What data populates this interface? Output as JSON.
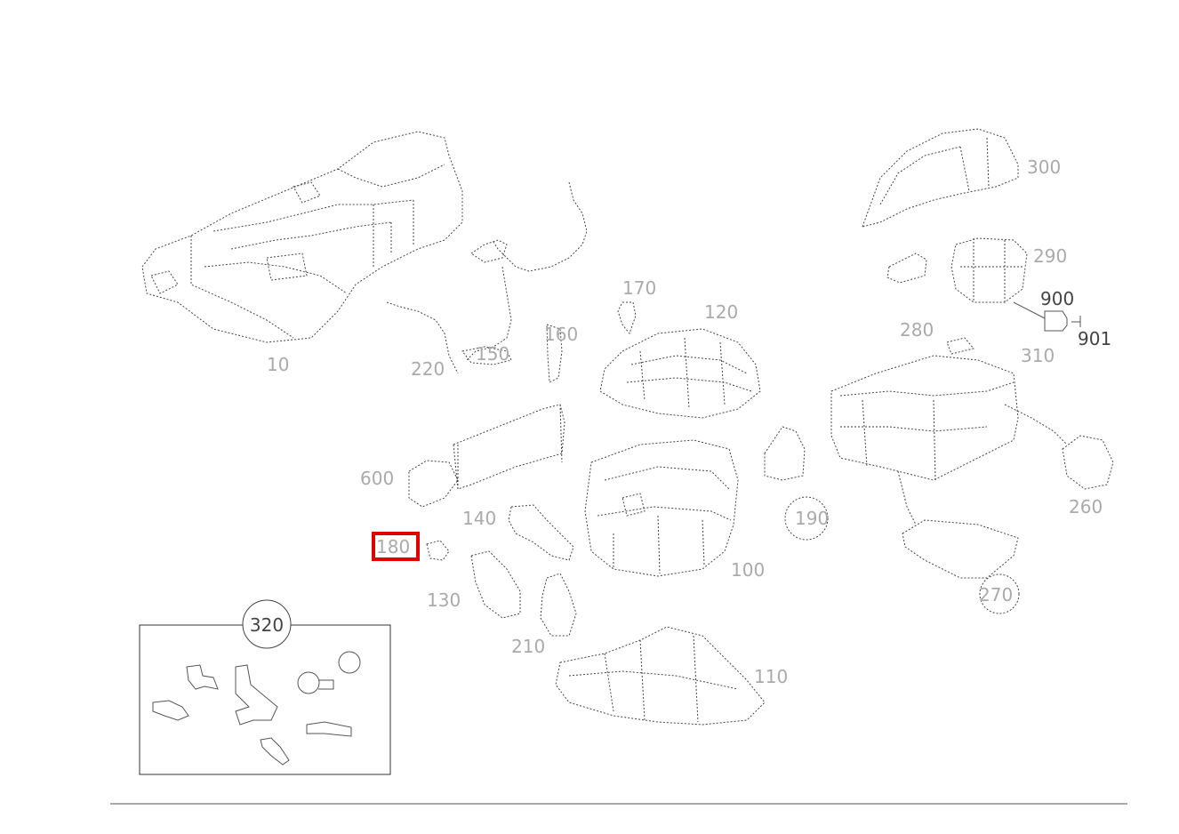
{
  "diagram": {
    "labels": [
      {
        "id": "l-10",
        "text": "10"
      },
      {
        "id": "l-120",
        "text": "120"
      },
      {
        "id": "l-130",
        "text": "130"
      },
      {
        "id": "l-160",
        "text": "160"
      },
      {
        "id": "l-170",
        "text": "170"
      },
      {
        "id": "l-180",
        "text": "180"
      },
      {
        "id": "l-190",
        "text": "190"
      },
      {
        "id": "l-100",
        "text": "100"
      },
      {
        "id": "l-110",
        "text": "110"
      },
      {
        "id": "l-140",
        "text": "140"
      },
      {
        "id": "l-150",
        "text": "150"
      },
      {
        "id": "l-210",
        "text": "210"
      },
      {
        "id": "l-220",
        "text": "220"
      },
      {
        "id": "l-260",
        "text": "260"
      },
      {
        "id": "l-270",
        "text": "270"
      },
      {
        "id": "l-280",
        "text": "280"
      },
      {
        "id": "l-290",
        "text": "290"
      },
      {
        "id": "l-300",
        "text": "300"
      },
      {
        "id": "l-310",
        "text": "310"
      },
      {
        "id": "l-600",
        "text": "600"
      },
      {
        "id": "l-900",
        "text": "900"
      },
      {
        "id": "l-901",
        "text": "901"
      }
    ],
    "inset_label": "320",
    "highlighted_label": "180",
    "highlight_color": "#e00000"
  }
}
